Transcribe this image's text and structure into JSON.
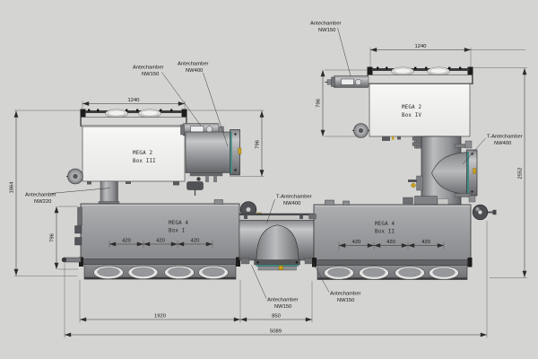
{
  "drawing": {
    "type": "technical-assembly-drawing",
    "colors": {
      "background": "#d4d4d2",
      "accent_yellow": "#c9a11c",
      "accent_teal": "#3f8b84",
      "line": "#333335"
    }
  },
  "components": {
    "mega2_box3": {
      "name": "MEGA 2",
      "box": "Box III"
    },
    "mega2_box4": {
      "name": "MEGA 2",
      "box": "Box IV"
    },
    "mega4_box1": {
      "name": "MEGA 4",
      "box": "Box I"
    },
    "mega4_box2": {
      "name": "MEGA 4",
      "box": "Box II"
    }
  },
  "labels": {
    "ante_nw150": {
      "line1": "Antechamber",
      "line2": "NW150"
    },
    "ante_nw220": {
      "line1": "Antechamber",
      "line2": "NW220"
    },
    "ante_nw400": {
      "line1": "Antechamber",
      "line2": "NW400"
    },
    "t_ante_nw400": {
      "line1": "T-Antechamber",
      "line2": "NW400"
    }
  },
  "dimensions": {
    "box3_width": "1240",
    "box4_width": "1240",
    "box3_height": "796",
    "box4_height": "796",
    "box1_height": "796",
    "left_height": "1864",
    "right_height": "2552",
    "port_spacing": "420",
    "box1_width": "1920",
    "t_section_width": "850",
    "total_width": "5089"
  }
}
